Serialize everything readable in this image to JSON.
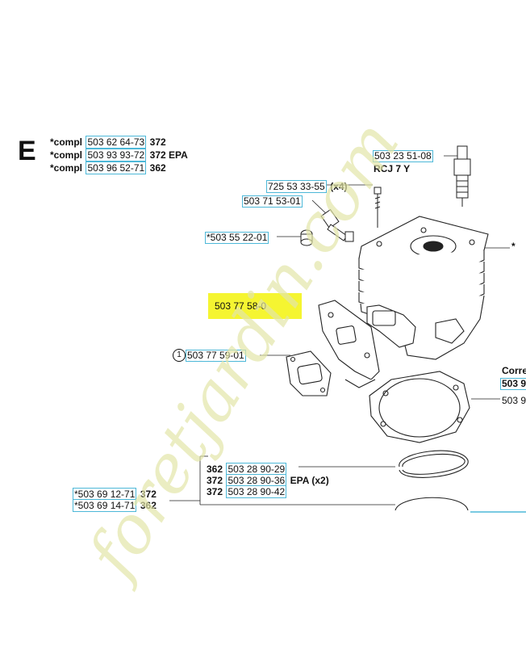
{
  "section": {
    "letter": "E"
  },
  "compl_list": [
    {
      "prefix": "*compl",
      "part": "503 62 64-73",
      "model": "372"
    },
    {
      "prefix": "*compl",
      "part": "503 93 93-72",
      "model": "372 EPA"
    },
    {
      "prefix": "*compl",
      "part": "503 96 52-71",
      "model": "362"
    }
  ],
  "parts": {
    "spark_plug": {
      "number": "503 23 51-08",
      "note": "RCJ 7 Y"
    },
    "screw": {
      "number": "725 53 33-55",
      "qty": "(x4)"
    },
    "decompression_valve": {
      "number": "503 71 53-01"
    },
    "plug": {
      "number": "*503 55 22-01"
    },
    "highlighted": {
      "number": "503 77 58-0"
    },
    "gasket_item": {
      "circle": "1",
      "number": "503 77 59-01"
    },
    "right_label": {
      "line1": "Corre",
      "line2": "503 9",
      "line3": "503 9"
    },
    "star": "*"
  },
  "rings": [
    {
      "model": "362",
      "number": "503 28 90-29",
      "suffix": ""
    },
    {
      "model": "372",
      "number": "503 28 90-36",
      "suffix": "EPA (x2)"
    },
    {
      "model": "372",
      "number": "503 28 90-42",
      "suffix": ""
    }
  ],
  "pistons": [
    {
      "number": "*503 69 12-71",
      "model": "372"
    },
    {
      "number": "*503 69 14-71",
      "model": "362"
    }
  ],
  "watermark": {
    "text": "foretjardin.com",
    "color": "#e2e6a8"
  }
}
